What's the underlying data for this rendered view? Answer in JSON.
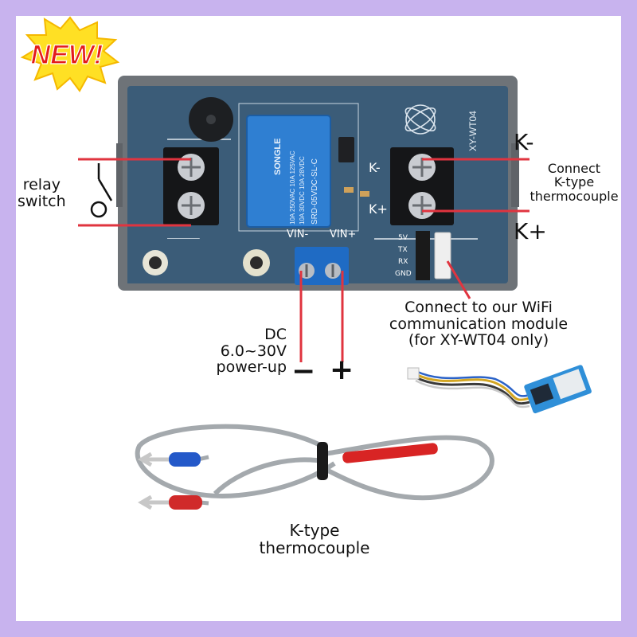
{
  "badge": {
    "text": "NEW!"
  },
  "board": {
    "model": "XY-WT04",
    "brand": "SONGLE",
    "relay_spec_1": "10A 250VAC 10A 125VAC",
    "relay_spec_2": "10A 30VDC 10A 28VDC",
    "relay_model": "SRD-05VDC-SL-C"
  },
  "pads": {
    "k_minus": "K-",
    "k_plus": "K+",
    "vin_minus": "VIN-",
    "vin_plus": "VIN+",
    "pin_5v": "5V",
    "pin_tx": "TX",
    "pin_rx": "RX",
    "pin_gnd": "GND"
  },
  "labels": {
    "relay": [
      "relay",
      "switch"
    ],
    "k_minus_big": "K-",
    "k_plus_big": "K+",
    "connect_k": [
      "Connect",
      "K-type",
      "thermocouple"
    ],
    "wifi": [
      "Connect to our WiFi",
      "communication module",
      "(for XY-WT04 only)"
    ],
    "dc": [
      "DC",
      "6.0~30V",
      "power-up"
    ],
    "minus_sign": "−",
    "plus_sign": "+",
    "thermocouple": [
      "K-type",
      "thermocouple"
    ]
  },
  "colors": {
    "background": "#c8b3ee",
    "board": "#3b5c78",
    "case": "#6e7378",
    "annotation_red": "#e0343f",
    "relay_blue": "#2f7fd2",
    "terminal_blue": "#1f6bc4",
    "sleeve_red": "#d82424",
    "sleeve_blue": "#2459c9"
  }
}
